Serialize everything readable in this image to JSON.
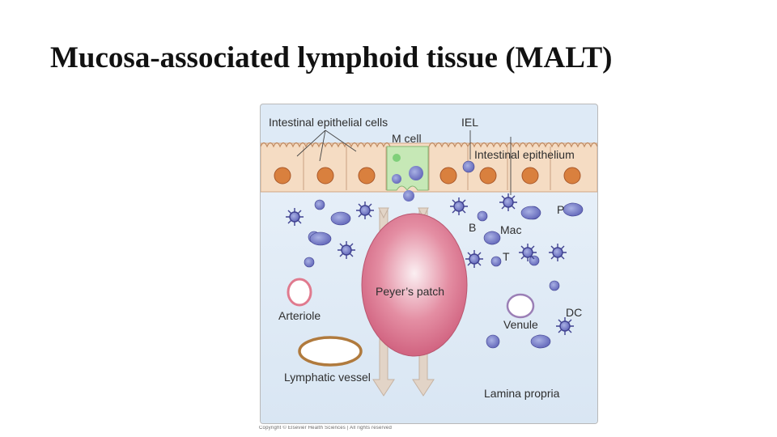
{
  "slide": {
    "title": "Mucosa-associated lymphoid tissue (MALT)"
  },
  "diagram": {
    "labels": {
      "intestinal_epithelial_cells": "Intestinal epithelial cells",
      "m_cell": "M cell",
      "iel": "IEL",
      "intestinal_epithelium": "Intestinal epithelium",
      "p": "P",
      "b": "B",
      "mac": "Mac",
      "t": "T",
      "peyers_patch": "Peyer’s patch",
      "arteriole": "Arteriole",
      "venule": "Venule",
      "dc": "DC",
      "lymphatic_vessel": "Lymphatic vessel",
      "lamina_propria": "Lamina propria"
    },
    "colors": {
      "lamina_propria": "#deeaf6",
      "epithelium": "#f5dcc3",
      "nucleus": "#d9803e",
      "m_cell": "#c6e8b6",
      "peyers_patch": "#d46a86",
      "cell_purple": "#5b5fb5",
      "arteriole_ring": "#e07a8e",
      "lymphatic_ring": "#b07a3d",
      "arrow": "#e2d4c7"
    }
  },
  "copyright": "Copyright © Elsevier Health Sciences | All rights reserved"
}
